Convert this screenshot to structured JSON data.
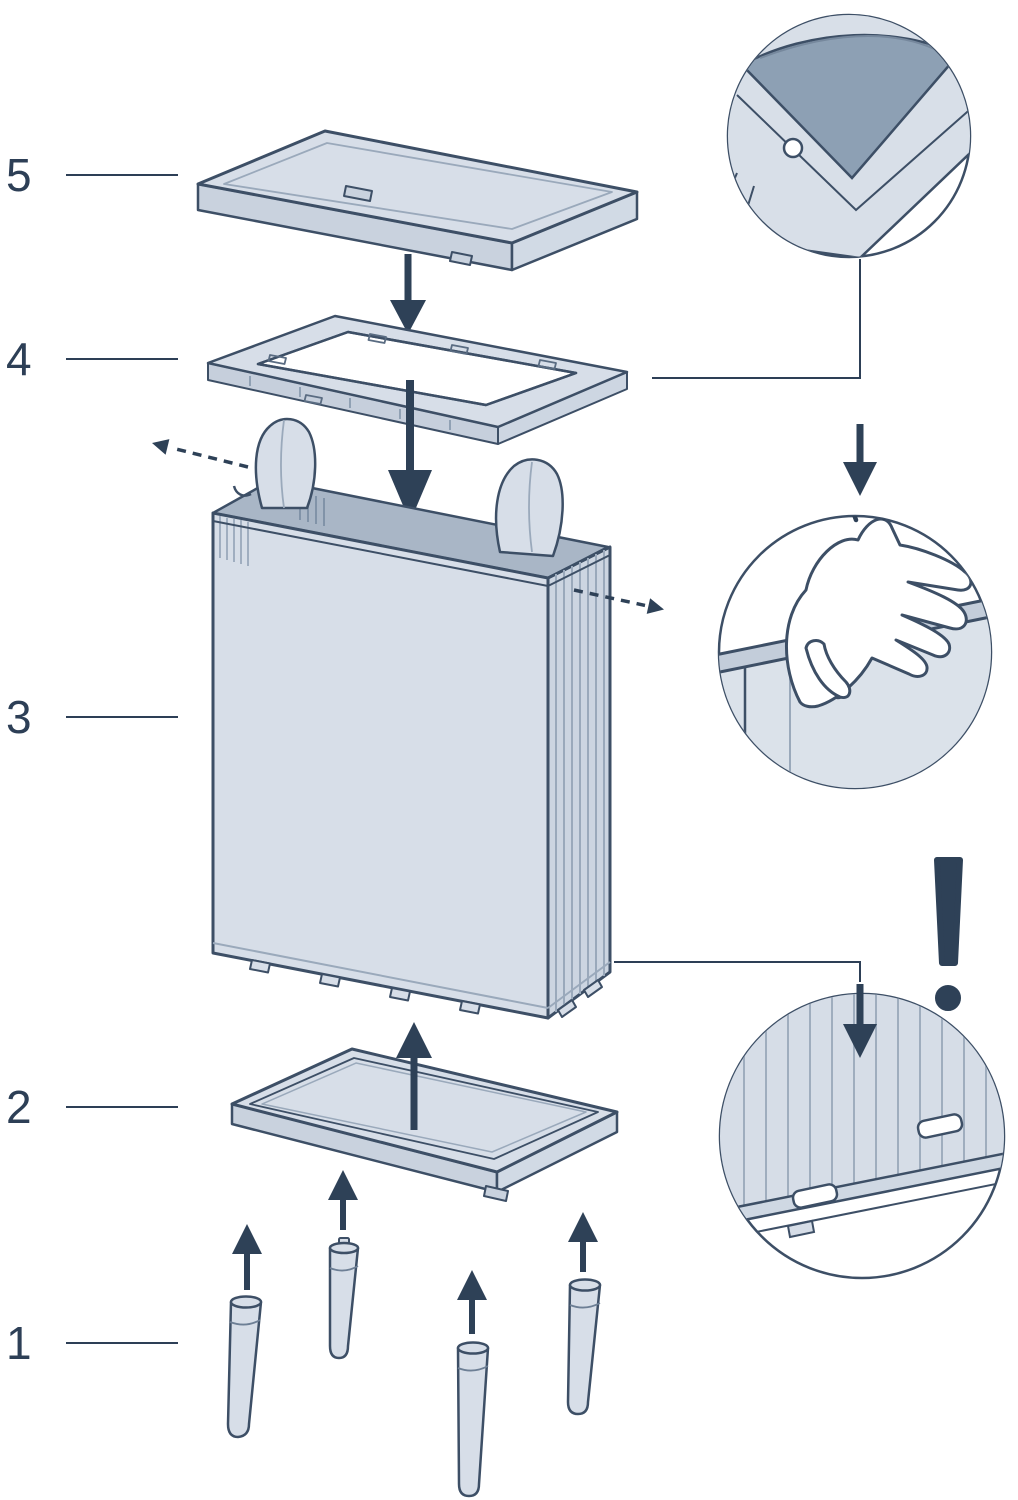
{
  "diagram": {
    "steps": [
      {
        "label": "5",
        "part": "lid"
      },
      {
        "label": "4",
        "part": "locking-frame"
      },
      {
        "label": "3",
        "part": "box-body"
      },
      {
        "label": "2",
        "part": "base-panel"
      },
      {
        "label": "1",
        "part": "legs"
      }
    ],
    "warning": {
      "symbol": "!"
    },
    "callouts": [
      {
        "name": "lid-corner-pin-detail"
      },
      {
        "name": "press-until-click-detail"
      },
      {
        "name": "side-panel-slot-detail"
      }
    ],
    "colors": {
      "outline": "#3d4f66",
      "arrow": "#2e4157",
      "fill_light": "#d7dee8",
      "fill_mid": "#c9d2de",
      "fill_dark": "#8da0b4",
      "interior": "#a9b6c6",
      "text": "#2d3f56",
      "background": "#ffffff"
    }
  }
}
